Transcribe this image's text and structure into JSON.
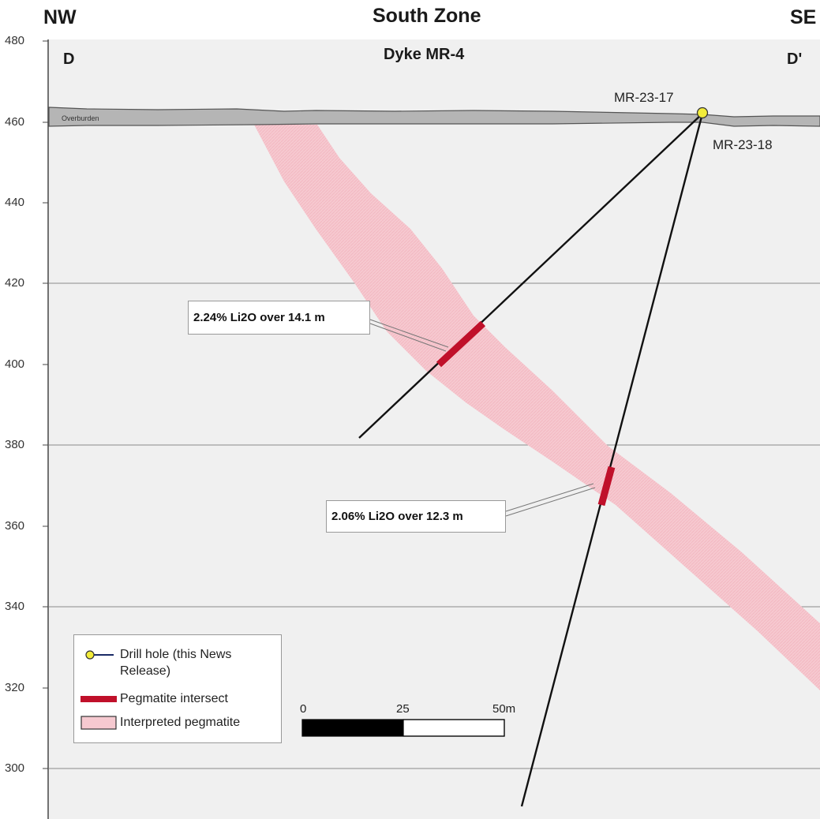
{
  "header": {
    "left_direction": "NW",
    "right_direction": "SE",
    "zone_title": "South Zone",
    "dyke_name": "Dyke MR-4",
    "section_start": "D",
    "section_end": "D'"
  },
  "elevation_axis": {
    "ticks": [
      "480",
      "460",
      "440",
      "420",
      "400",
      "380",
      "360",
      "340",
      "320",
      "300"
    ]
  },
  "surface": {
    "overburden_label": "Overburden"
  },
  "drill_holes": [
    {
      "id": "MR-23-17"
    },
    {
      "id": "MR-23-18"
    }
  ],
  "intercepts": [
    {
      "text": "2.24% Li2O over 14.1 m"
    },
    {
      "text": "2.06% Li2O over 12.3 m"
    }
  ],
  "legend": {
    "drill_hole": "Drill hole (this News Release)",
    "pegmatite_intersect": "Pegmatite intersect",
    "interpreted_pegmatite": "Interpreted pegmatite"
  },
  "scale_bar": {
    "labels": [
      "0",
      "25",
      "50m"
    ]
  },
  "colors": {
    "pegmatite_fill": "#f6c9d0",
    "intersect": "#c0102a",
    "overburden": "#b5b5b5",
    "background": "#f0f0f0",
    "collar": "#f2ec3a"
  }
}
